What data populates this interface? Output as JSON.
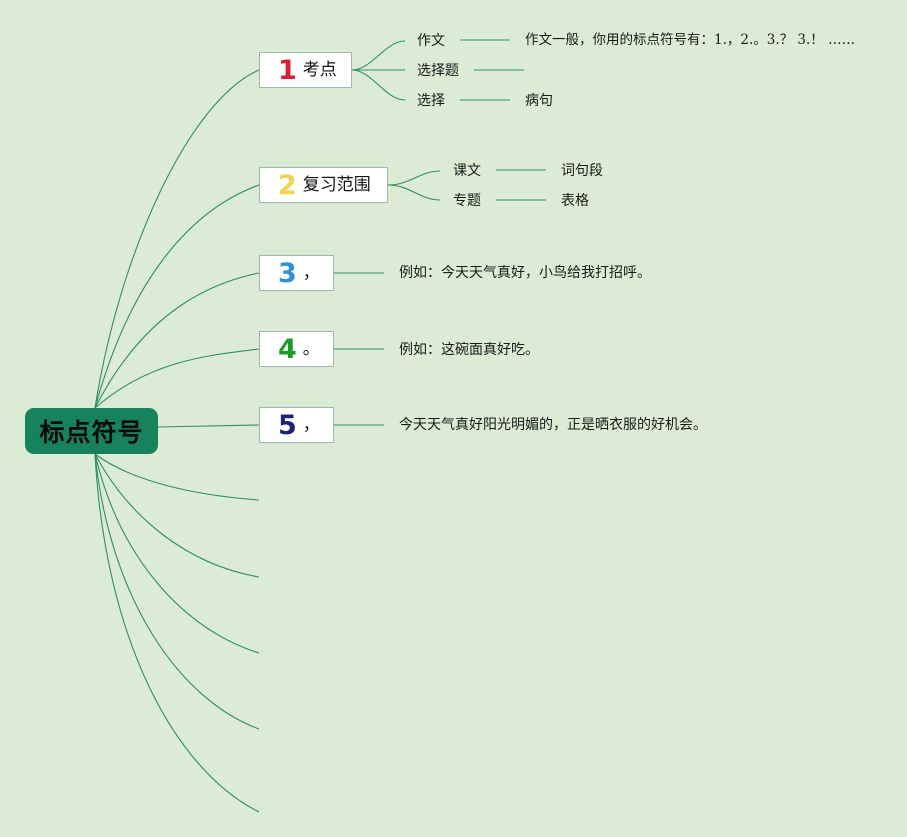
{
  "root": {
    "label": "标点符号"
  },
  "branches": [
    {
      "num": "1",
      "label": "考点",
      "num_color": "#d9202e"
    },
    {
      "num": "2",
      "label": "复习范围",
      "num_color": "#f2d34e"
    },
    {
      "num": "3",
      "label": "，",
      "num_color": "#2c93d8"
    },
    {
      "num": "4",
      "label": "。",
      "num_color": "#1e9a2d"
    },
    {
      "num": "5",
      "label": "，",
      "num_color": "#1c2478"
    }
  ],
  "leaves": {
    "b1": [
      {
        "label": "作文",
        "detail": "作文一般，你用的标点符号有：1.，2.。3.？ 3.！ ……"
      },
      {
        "label": "选择题"
      },
      {
        "label": "选择",
        "detail": "病句"
      }
    ],
    "b2": [
      {
        "label": "课文",
        "detail": "词句段"
      },
      {
        "label": "专题",
        "detail": "表格"
      }
    ],
    "b3": {
      "detail": "例如：今天天气真好，小鸟给我打招呼。"
    },
    "b4": {
      "detail": "例如：这碗面真好吃。"
    },
    "b5": {
      "detail": "今天天气真好阳光明媚的，正是晒衣服的好机会。"
    }
  },
  "colors": {
    "background": "#dcebd4",
    "connector": "#2f8f5f",
    "root_fill": "#17825b"
  }
}
